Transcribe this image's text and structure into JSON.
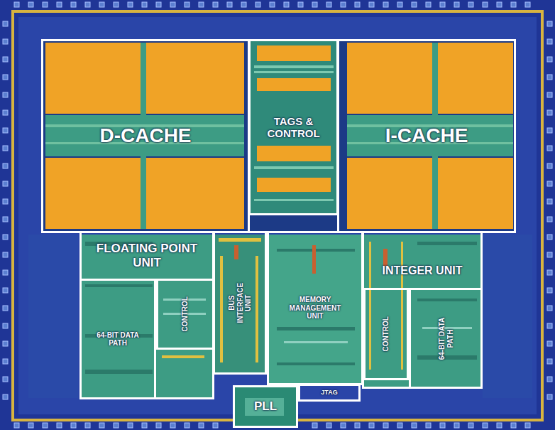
{
  "diagram": {
    "nodes": [
      {
        "text": [
          "D-CACHE"
        ]
      },
      {
        "text": [
          "TAGS & CONTROL"
        ]
      },
      {
        "text": [
          "I-CACHE"
        ]
      },
      {
        "text": [
          "FLOATING POINT UNIT"
        ]
      },
      {
        "text": [
          "64-BIT DATA PATH"
        ],
        "in": 3
      },
      {
        "text": [
          "CONTROL"
        ],
        "in": 3
      },
      {
        "text": [
          "BUS INTERFACE UNIT"
        ]
      },
      {
        "text": [
          "MEMORY MANAGEMENT UNIT"
        ]
      },
      {
        "text": [
          "INTEGER UNIT"
        ]
      },
      {
        "text": [
          "CONTROL"
        ],
        "in": 8
      },
      {
        "text": [
          "64-BIT DATA PATH"
        ],
        "in": 8
      },
      {
        "text": [
          "PLL"
        ]
      },
      {
        "text": [
          "JTAG"
        ]
      }
    ]
  }
}
